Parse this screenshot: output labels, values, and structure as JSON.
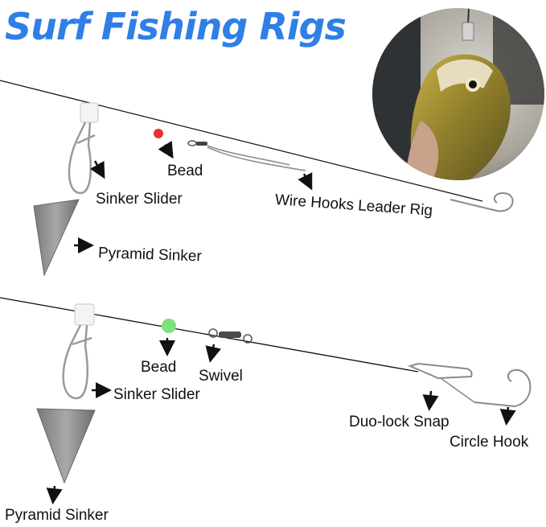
{
  "title": "Surf Fishing Rigs",
  "colors": {
    "title": "#2f7fe6",
    "bead_red": "#e3342f",
    "bead_green": "#7ee07e",
    "line": "#111111",
    "sinker": "#8d8d8d"
  },
  "rig_top": {
    "labels": {
      "bead": "Bead",
      "sinker_slider": "Sinker Slider",
      "wire_leader": "Wire Hooks Leader Rig",
      "pyramid_sinker": "Pyramid Sinker"
    }
  },
  "rig_bottom": {
    "labels": {
      "bead": "Bead",
      "swivel": "Swivel",
      "sinker_slider": "Sinker Slider",
      "duo_lock_snap": "Duo-lock Snap",
      "circle_hook": "Circle Hook",
      "pyramid_sinker": "Pyramid Sinker"
    }
  },
  "icons": {
    "arrow": "arrow-icon",
    "photo": "fish-photo"
  }
}
